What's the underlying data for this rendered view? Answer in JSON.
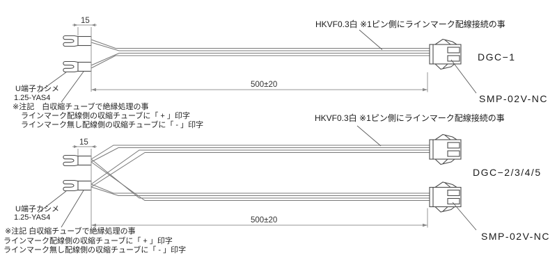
{
  "colors": {
    "background": "#ffffff",
    "outline": "#4a4a4a",
    "wire": "#787878",
    "dimension": "#969696",
    "text": "#222222"
  },
  "upper_assembly": {
    "wire_spec_note": "HKVF0.3白 ※1ピン側にラインマーク配線接続の事",
    "circuit_label": "DGC−1",
    "connector_part_no": "SMP-02V-NC",
    "tube_length_dim": "15",
    "cable_length_dim": "500±20",
    "terminal_label_line1": "U端子カシメ",
    "terminal_label_line2": "1.25-YAS4",
    "note_line1": "※注記　白収縮チューブで絶縁処理の事",
    "note_line2": "ラインマーク配線側の収縮チューブに「 + 」印字",
    "note_line3": "ラインマーク無し配線側の収縮チューブに「 - 」印字"
  },
  "lower_assembly": {
    "wire_spec_note": "HKVF0.3白 ※1ピン側にラインマーク配線接続の事",
    "circuit_label": "DGC−2/3/4/5",
    "connector_part_no": "SMP-02V-NC",
    "tube_length_dim": "15",
    "cable_length_dim": "500±20",
    "terminal_label_line1": "U端子カシメ",
    "terminal_label_line2": "1.25-YAS4",
    "note_line1": "※注記 白収縮チューブで絶縁処理の事",
    "note_line2": "ラインマーク配線側の収縮チューブに「 + 」印字",
    "note_line3": "ラインマーク無し配線側の収縮チューブに「 - 」印字"
  }
}
